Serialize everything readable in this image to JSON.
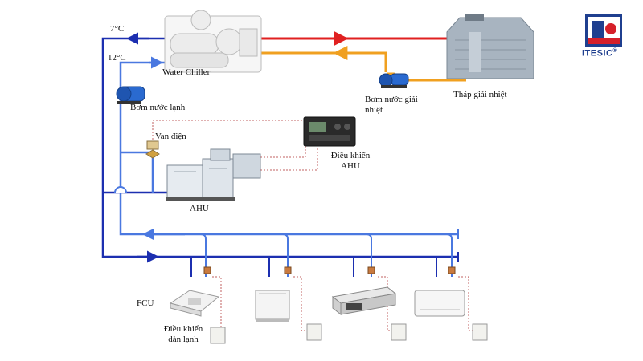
{
  "labels": {
    "temp_supply": "7°C",
    "temp_return": "12°C",
    "water_chiller": "Water Chiller",
    "chilled_pump": "Bơm nước lạnh",
    "cooling_pump": "Bơm nước giải nhiệt",
    "cooling_tower": "Tháp giải nhiệt",
    "valve": "Van điện",
    "ahu_controller": "Điều khiển AHU",
    "ahu": "AHU",
    "fcu": "FCU",
    "fcu_controller": "Điều khiển dàn lạnh"
  },
  "logo": {
    "text": "ITESIC",
    "mark": "®",
    "colors": {
      "primary": "#1f3f8f",
      "accent": "#d6202a"
    }
  },
  "colors": {
    "supply_line": "#1c2fb0",
    "return_line": "#4a78e0",
    "hot_line": "#e02020",
    "warm_line": "#f0a020",
    "control_wire": "#c06060"
  }
}
